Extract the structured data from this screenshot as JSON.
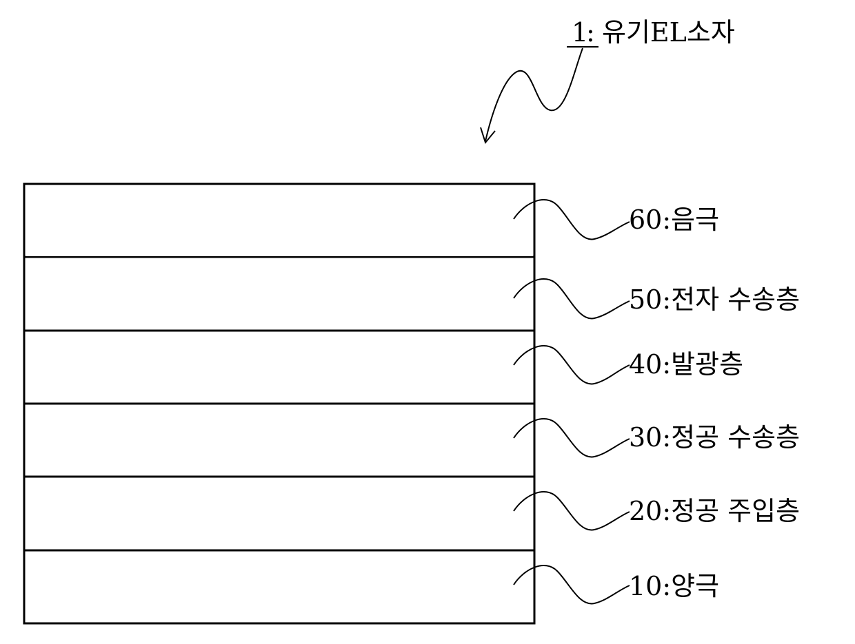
{
  "title": {
    "number": "1",
    "text": "유기EL소자"
  },
  "layers": [
    {
      "number": "60",
      "name": "음극"
    },
    {
      "number": "50",
      "name": "전자 수송층"
    },
    {
      "number": "40",
      "name": "발광층"
    },
    {
      "number": "30",
      "name": "정공 수송층"
    },
    {
      "number": "20",
      "name": "정공 주입층"
    },
    {
      "number": "10",
      "name": "양극"
    }
  ],
  "colors": {
    "line": "#000000",
    "background": "#ffffff"
  }
}
